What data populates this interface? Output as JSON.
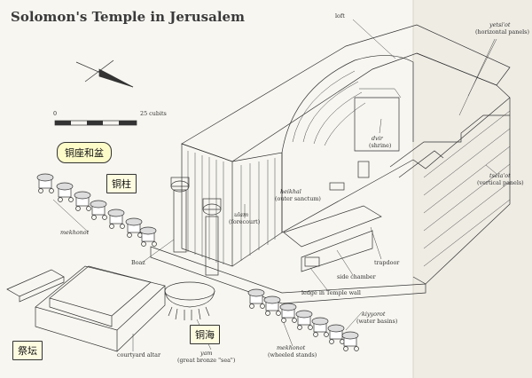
{
  "title": "Solomon's Temple in Jerusalem",
  "scale": {
    "zero": "0",
    "max": "25 cubits"
  },
  "labels": {
    "loft": "loft",
    "yetsiot1": "yetsi'ot",
    "yetsiot2": "(horizontal panels)",
    "dvir1": "dvir",
    "dvir2": "(shrine)",
    "heikhal1": "heikhal",
    "heikhal2": "(outer sanctum)",
    "ulam1": "ulam",
    "ulam2": "(forecourt)",
    "tselaot1": "tsela'ot",
    "tselaot2": "(vertical panels)",
    "mekhonot_left": "mekhonot",
    "boaz": "Boaz",
    "trapdoor": "trapdoor",
    "side_chamber": "side chamber",
    "ledge": "ledge in Temple wall",
    "kiyyorot1": "kiyyorot",
    "kiyyorot2": "(water basins)",
    "mekhonot_right1": "mekhonot",
    "mekhonot_right2": "(wheeled stands)",
    "yam1": "yam",
    "yam2": "(great bronze \"sea\")",
    "courtyard_altar": "courtyard altar"
  },
  "callouts": {
    "stands": "铜座和盆",
    "pillar": "铜柱",
    "sea": "铜海",
    "altar": "祭坛"
  },
  "colors": {
    "paper": "#f7f6f1",
    "ink": "#333333",
    "callout_fill": "#fdfbc8"
  }
}
